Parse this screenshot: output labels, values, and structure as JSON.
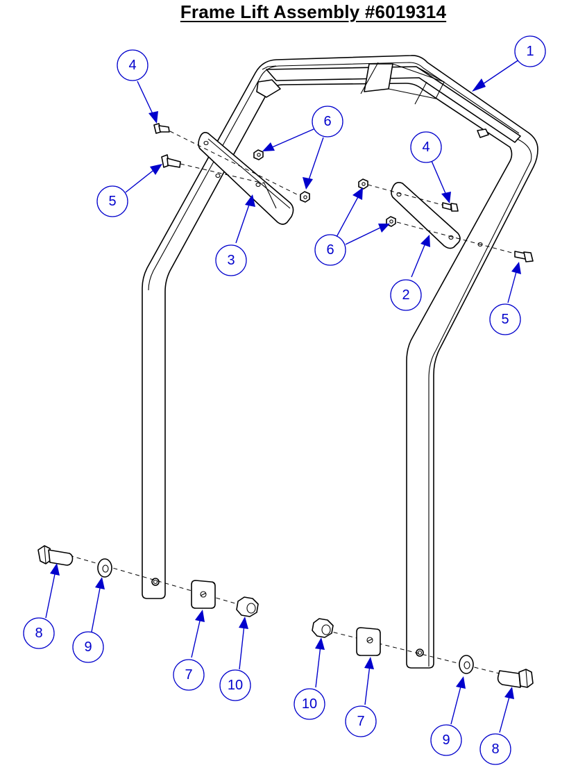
{
  "title": "Frame Lift Assembly #6019314",
  "colors": {
    "callout": "#0000cc",
    "linework": "#000000",
    "background": "#ffffff"
  },
  "callouts": [
    "1",
    "4",
    "6",
    "5",
    "3",
    "4",
    "6",
    "2",
    "5",
    "8",
    "9",
    "7",
    "10",
    "10",
    "7",
    "9",
    "8"
  ]
}
